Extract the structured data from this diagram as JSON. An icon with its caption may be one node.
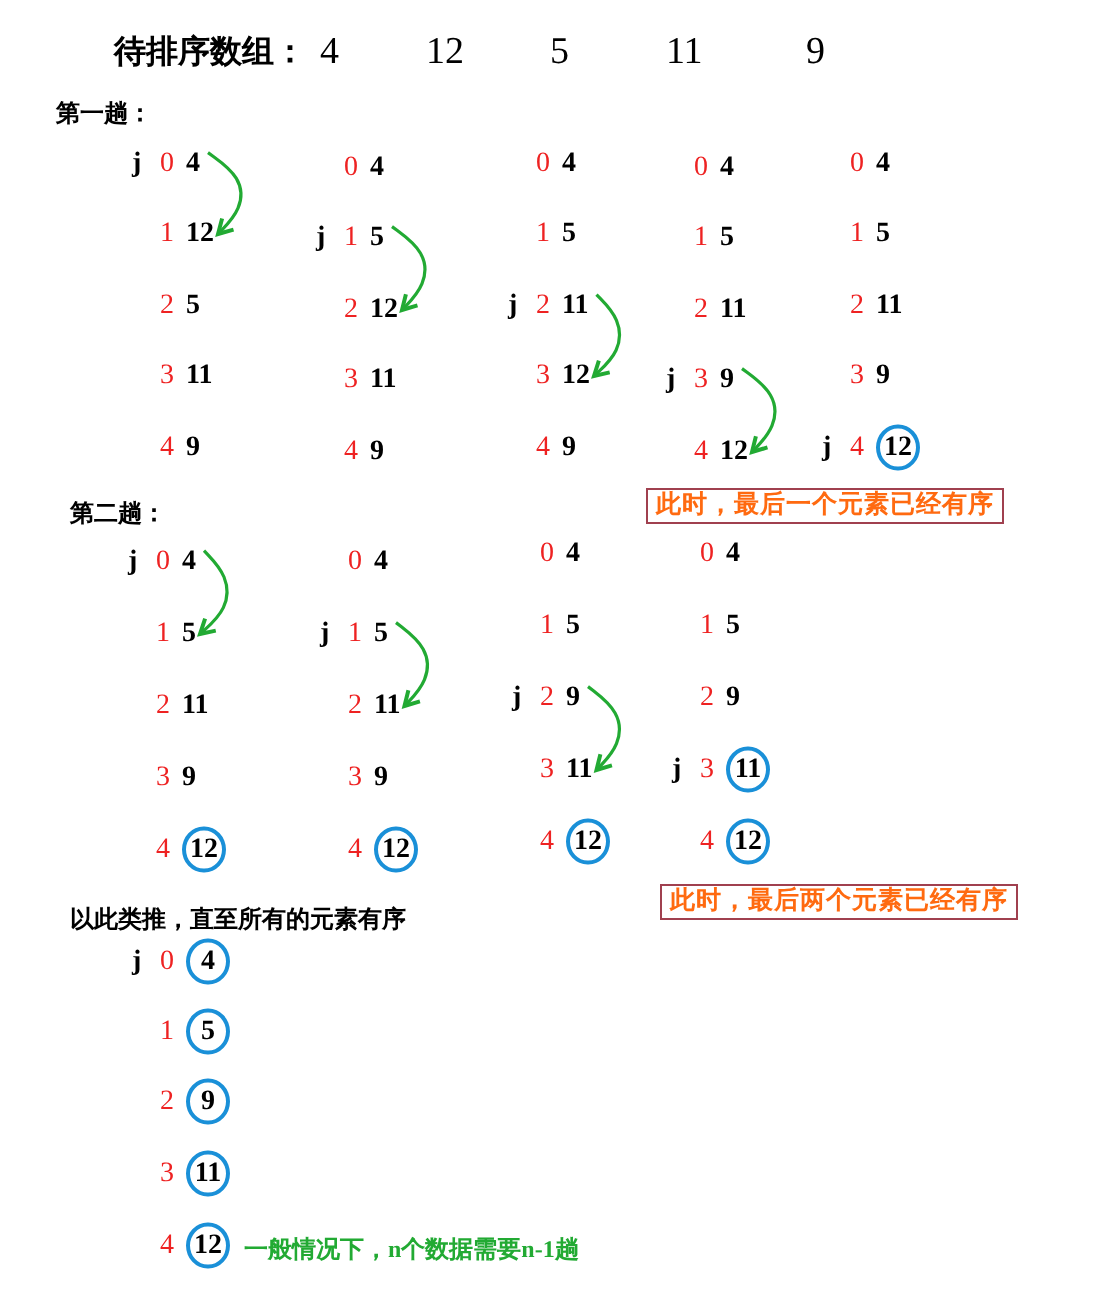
{
  "diagram": {
    "nodes": [
      {
        "text": [
          "4"
        ]
      },
      {
        "text": [
          "12"
        ]
      },
      {
        "text": [
          "5"
        ]
      },
      {
        "text": [
          "11"
        ]
      },
      {
        "text": [
          "9"
        ]
      },
      {
        "text": [
          "4"
        ]
      },
      {
        "text": [
          "5"
        ]
      },
      {
        "text": [
          "12"
        ]
      },
      {
        "text": [
          "11"
        ]
      },
      {
        "text": [
          "9"
        ]
      },
      {
        "text": [
          "4"
        ]
      },
      {
        "text": [
          "5"
        ]
      },
      {
        "text": [
          "11"
        ]
      },
      {
        "text": [
          "12"
        ]
      },
      {
        "text": [
          "9"
        ]
      },
      {
        "text": [
          "4"
        ]
      },
      {
        "text": [
          "5"
        ]
      },
      {
        "text": [
          "11"
        ]
      },
      {
        "text": [
          "9"
        ]
      },
      {
        "text": [
          "12"
        ]
      },
      {
        "text": [
          "4"
        ]
      },
      {
        "text": [
          "5"
        ]
      },
      {
        "text": [
          "11"
        ]
      },
      {
        "text": [
          "9"
        ]
      },
      {
        "text": [
          "12"
        ]
      },
      {
        "text": [
          "此时，最后一个元素已经有序"
        ]
      },
      {
        "text": [
          "4"
        ]
      },
      {
        "text": [
          "5"
        ]
      },
      {
        "text": [
          "11"
        ]
      },
      {
        "text": [
          "9"
        ]
      },
      {
        "text": [
          "12"
        ]
      },
      {
        "text": [
          "4"
        ]
      },
      {
        "text": [
          "5"
        ]
      },
      {
        "text": [
          "11"
        ]
      },
      {
        "text": [
          "9"
        ]
      },
      {
        "text": [
          "12"
        ]
      },
      {
        "text": [
          "4"
        ]
      },
      {
        "text": [
          "5"
        ]
      },
      {
        "text": [
          "9"
        ]
      },
      {
        "text": [
          "11"
        ]
      },
      {
        "text": [
          "12"
        ]
      },
      {
        "text": [
          "4"
        ]
      },
      {
        "text": [
          "5"
        ]
      },
      {
        "text": [
          "9"
        ]
      },
      {
        "text": [
          "11"
        ]
      },
      {
        "text": [
          "12"
        ]
      },
      {
        "text": [
          "此时，最后两个元素已经有序"
        ]
      },
      {
        "text": [
          "4"
        ]
      },
      {
        "text": [
          "5"
        ]
      },
      {
        "text": [
          "9"
        ]
      },
      {
        "text": [
          "11"
        ]
      },
      {
        "text": [
          "12"
        ]
      }
    ],
    "edges": [
      {
        "from": 0,
        "to": 1,
        "arrow": "to"
      },
      {
        "from": 6,
        "to": 7,
        "arrow": "to"
      },
      {
        "from": 12,
        "to": 13,
        "arrow": "to"
      },
      {
        "from": 18,
        "to": 19,
        "arrow": "to"
      },
      {
        "from": 26,
        "to": 27,
        "arrow": "to"
      },
      {
        "from": 32,
        "to": 33,
        "arrow": "to"
      },
      {
        "from": 38,
        "to": 39,
        "arrow": "to"
      }
    ],
    "labels": [
      "待排序数组：",
      "4",
      "12",
      "5",
      "11",
      "9",
      "第一趟：",
      "j",
      "0",
      "1",
      "2",
      "3",
      "4",
      "0",
      "j",
      "1",
      "2",
      "3",
      "4",
      "0",
      "1",
      "j",
      "2",
      "3",
      "4",
      "0",
      "1",
      "2",
      "j",
      "3",
      "4",
      "0",
      "1",
      "2",
      "3",
      "j",
      "4",
      "第二趟：",
      "j",
      "0",
      "1",
      "2",
      "3",
      "4",
      "0",
      "j",
      "1",
      "2",
      "3",
      "4",
      "0",
      "1",
      "j",
      "2",
      "3",
      "4",
      "0",
      "1",
      "2",
      "j",
      "3",
      "4",
      "以此类推，直至所有的元素有序",
      "j",
      "0",
      "1",
      "2",
      "3",
      "4",
      "一般情况下，n个数据需要n-1趟"
    ]
  }
}
